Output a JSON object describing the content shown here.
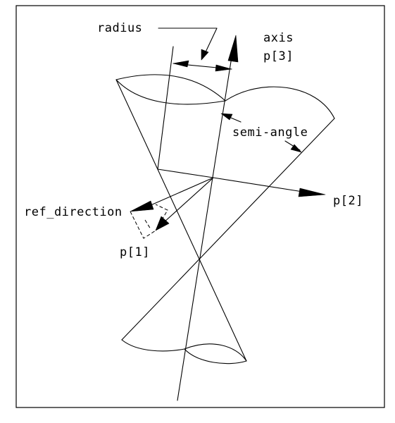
{
  "labels": {
    "radius": "radius",
    "axis": "axis",
    "p3": "p[3]",
    "semi_angle": "semi-angle",
    "p2": "p[2]",
    "ref_direction": "ref_direction",
    "p1": "p[1]"
  }
}
